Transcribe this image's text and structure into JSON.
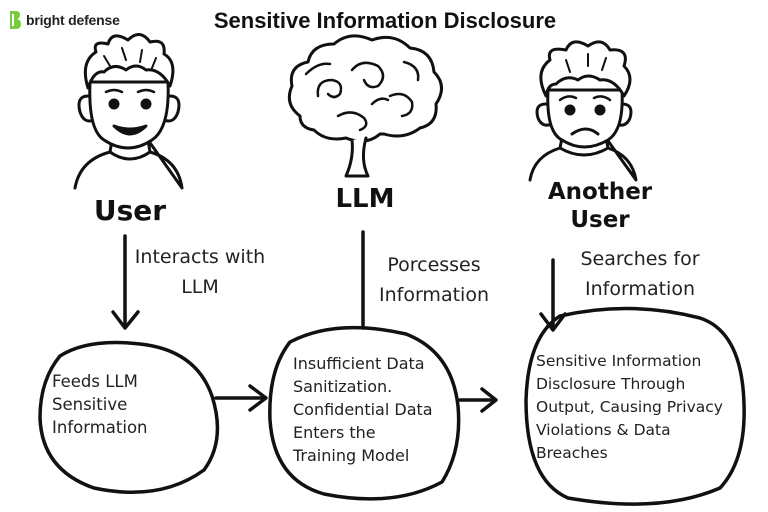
{
  "brand": {
    "name": "bright defense",
    "logo_color": "#7ac943"
  },
  "title": "Sensitive Information Disclosure",
  "actors": {
    "user": {
      "label": "User",
      "icon": "smiling-person-icon"
    },
    "llm": {
      "label": "LLM",
      "icon": "brain-icon"
    },
    "another_user": {
      "label_line1": "Another",
      "label_line2": "User",
      "icon": "worried-person-icon"
    }
  },
  "notes": {
    "interacts": {
      "line1": "Interacts with",
      "line2": "LLM"
    },
    "processes": {
      "line1": "Porcesses",
      "line2": "Information"
    },
    "searches": {
      "line1": "Searches for",
      "line2": "Information"
    }
  },
  "bubbles": {
    "feeds": "Feeds LLM\nSensitive\nInformation",
    "sanitization": "Insufficient Data\nSanitization.\nConfidential Data\nEnters the\nTraining Model",
    "disclosure": "Sensitive Information\nDisclosure Through\nOutput, Causing Privacy\nViolations & Data\nBreaches"
  }
}
